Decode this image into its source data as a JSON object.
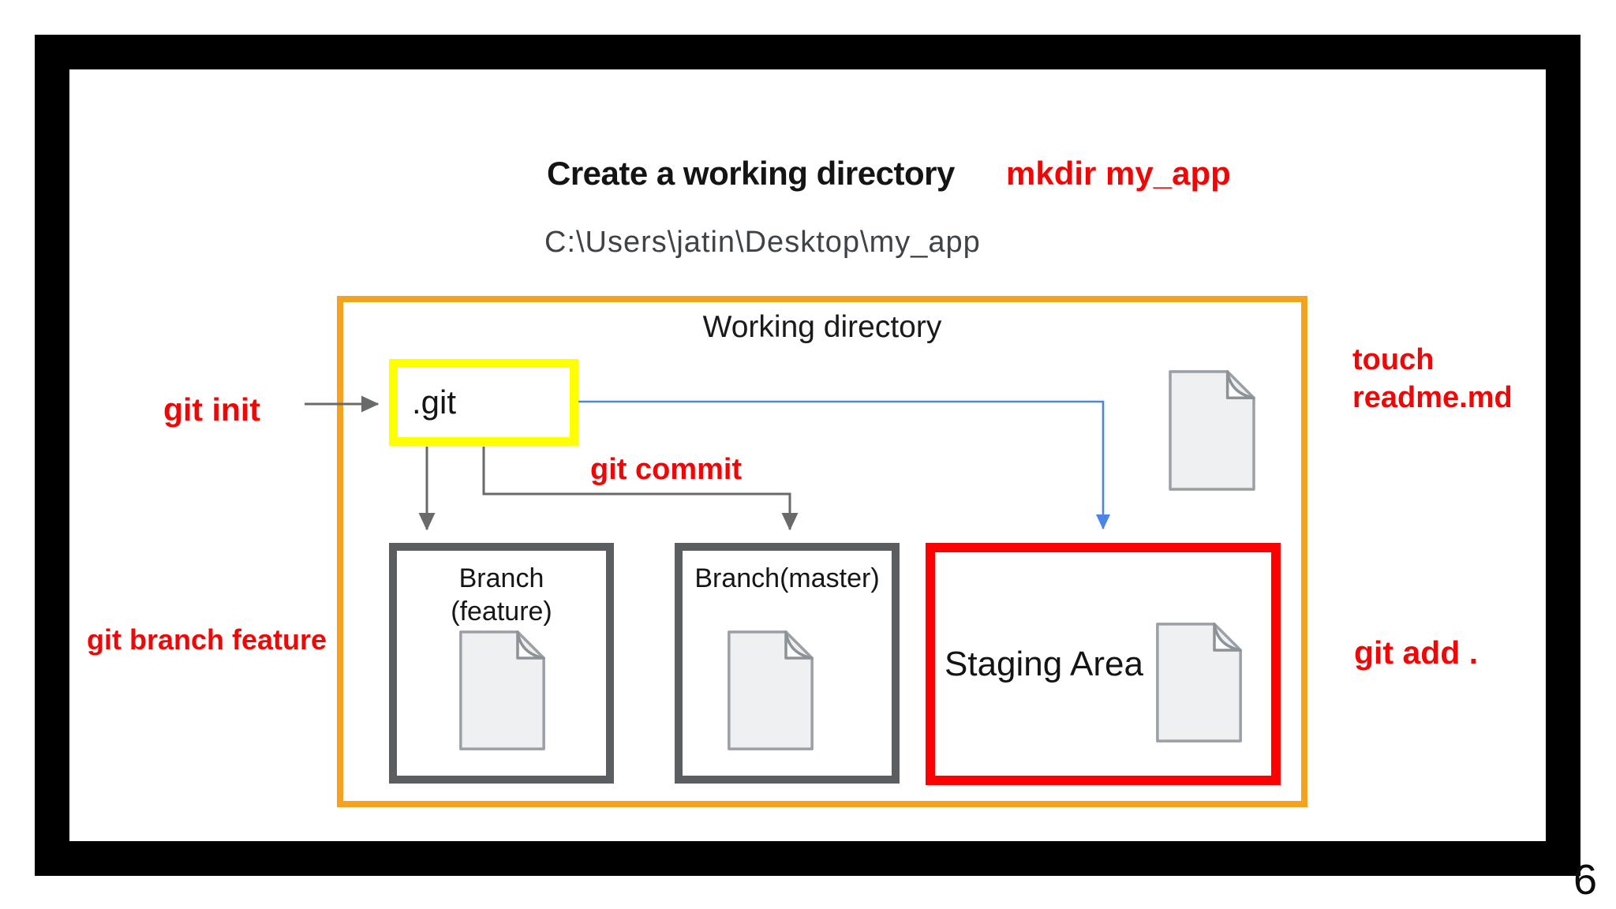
{
  "page": {
    "number": "6"
  },
  "header": {
    "title": "Create a working directory",
    "command": "mkdir my_app",
    "path": "C:\\Users\\jatin\\Desktop\\my_app"
  },
  "diagram": {
    "working_directory": {
      "label": "Working directory"
    },
    "git_folder": {
      "label": ".git"
    },
    "branch_feature": {
      "label_line1": "Branch",
      "label_line2": "(feature)"
    },
    "branch_master": {
      "label": "Branch(master)"
    },
    "staging_area": {
      "label": "Staging Area"
    }
  },
  "commands": {
    "git_init": "git init",
    "git_commit": "git commit",
    "git_branch_feature": "git branch feature",
    "git_add": "git add .",
    "touch_line1": "touch",
    "touch_line2": "readme.md"
  },
  "icons": {
    "file": "document-file-icon"
  },
  "colors": {
    "frame": "#000000",
    "orange": "#F5A31E",
    "yellow": "#FFFF00",
    "red_text": "#F40505",
    "red_box": "#FE0000",
    "box_grey": "#5B5E60",
    "arrow_grey": "#6A6A6A",
    "blue": "#4A86E8",
    "ink": "#141414",
    "path_grey": "#3E4347",
    "icon_fill": "#EFF0F1",
    "icon_stroke": "#9AA0A6"
  }
}
